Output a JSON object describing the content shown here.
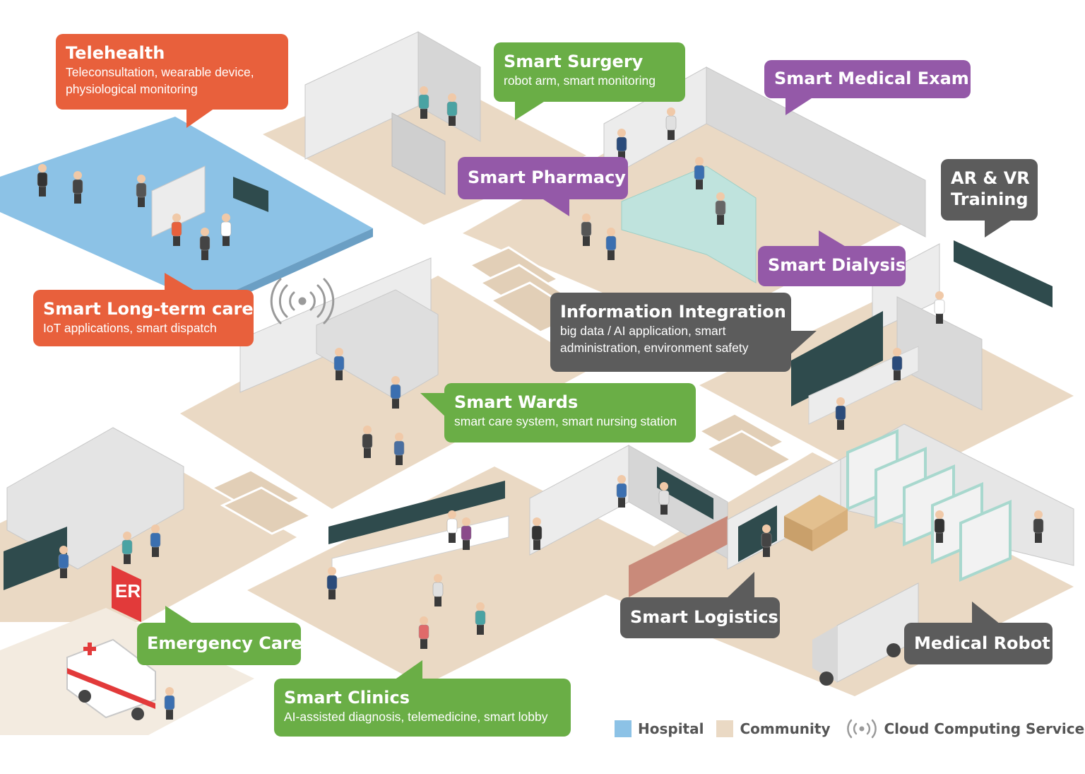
{
  "callouts": {
    "telehealth": {
      "title": "Telehealth",
      "subtitle_lines": [
        "Teleconsultation, wearable device,",
        "physiological monitoring"
      ]
    },
    "long_term_care": {
      "title": "Smart Long-term care",
      "subtitle_lines": [
        "IoT applications, smart dispatch"
      ]
    },
    "surgery": {
      "title": "Smart Surgery",
      "subtitle_lines": [
        "robot arm, smart monitoring"
      ]
    },
    "medical_exam": {
      "title": "Smart Medical Exam"
    },
    "pharmacy": {
      "title": "Smart Pharmacy"
    },
    "ar_vr": {
      "title_lines": [
        "AR & VR",
        "Training"
      ]
    },
    "dialysis": {
      "title": "Smart Dialysis"
    },
    "info_integration": {
      "title": "Information Integration",
      "subtitle_lines": [
        "big data / AI application, smart",
        "administration, environment safety"
      ]
    },
    "wards": {
      "title": "Smart Wards",
      "subtitle_lines": [
        "smart care system, smart nursing station"
      ]
    },
    "emergency": {
      "title": "Emergency Care"
    },
    "clinics": {
      "title": "Smart Clinics",
      "subtitle_lines": [
        "AI-assisted diagnosis, telemedicine, smart lobby"
      ]
    },
    "logistics": {
      "title": "Smart Logistics"
    },
    "robot": {
      "title": "Medical Robot"
    }
  },
  "scene_signs": {
    "er": "ER"
  },
  "legend": {
    "hospital": "Hospital",
    "community": "Community",
    "cloud": "Cloud Computing Service"
  },
  "colors": {
    "hospital_floor": "#8cc2e6",
    "community_floor": "#ead9c4",
    "wall": "#dcdcdc",
    "orange": "#e8603c",
    "green": "#6aae46",
    "purple": "#9459a8",
    "gray": "#5c5c5c"
  }
}
